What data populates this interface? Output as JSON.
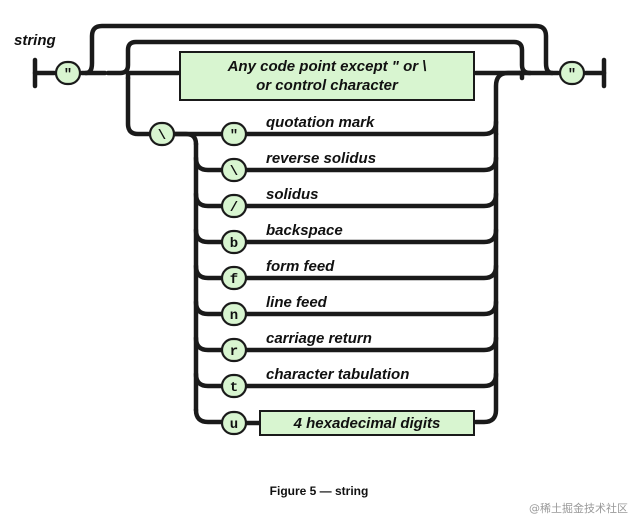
{
  "diagram": {
    "name": "string",
    "quote_start": "\"",
    "quote_end": "\"",
    "any_code_point": {
      "line1": "Any code point except   \"   or  \\",
      "line2": "or control character"
    },
    "backslash": "\\",
    "escapes": [
      {
        "char": "\"",
        "label": "quotation mark"
      },
      {
        "char": "\\",
        "label": "reverse solidus"
      },
      {
        "char": "/",
        "label": "solidus"
      },
      {
        "char": "b",
        "label": "backspace"
      },
      {
        "char": "f",
        "label": "form feed"
      },
      {
        "char": "n",
        "label": "line feed"
      },
      {
        "char": "r",
        "label": "carriage return"
      },
      {
        "char": "t",
        "label": "character tabulation"
      },
      {
        "char": "u",
        "label": ""
      }
    ],
    "hex_digits": "4 hexadecimal digits"
  },
  "caption": "Figure 5 — string",
  "watermark": "@稀土掘金技术社区"
}
